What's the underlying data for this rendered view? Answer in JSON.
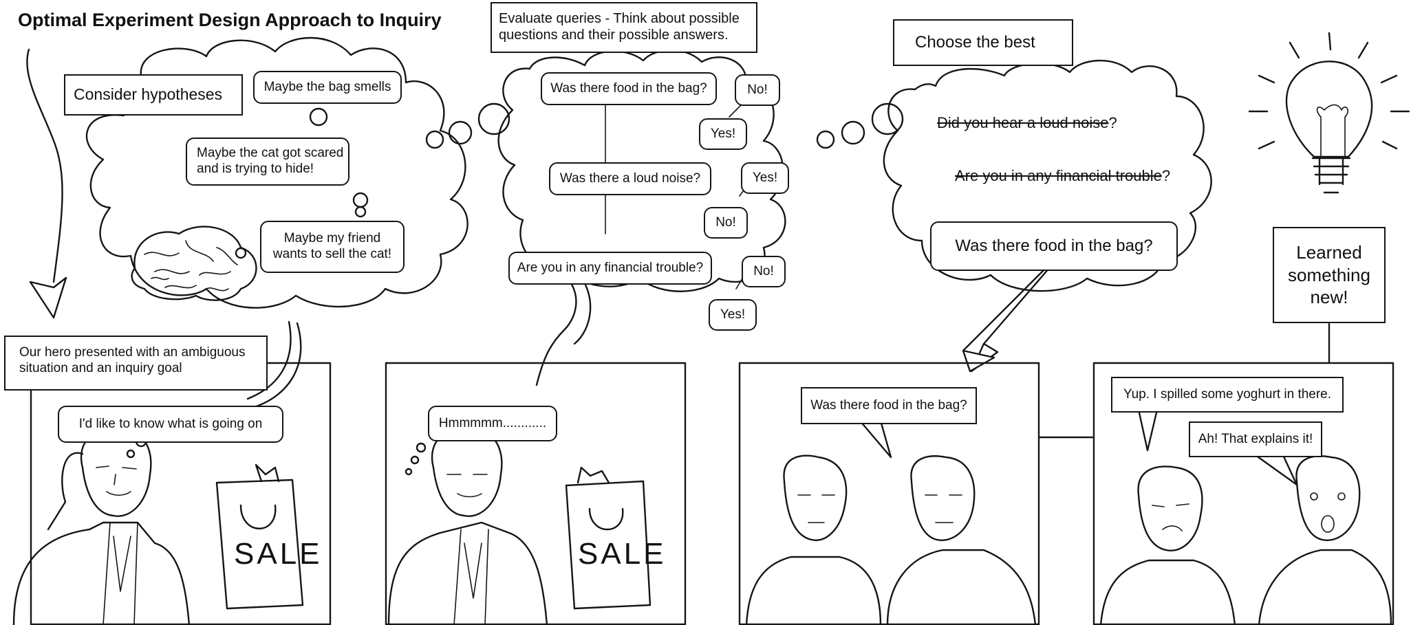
{
  "title": "Optimal Experiment Design Approach to Inquiry",
  "stage1": {
    "label": "Consider hypotheses",
    "hypotheses": [
      "Maybe the bag smells",
      "Maybe the cat got scared\nand is trying to hide!",
      "Maybe my friend\nwants to sell the cat!"
    ]
  },
  "stage2": {
    "label": "Evaluate queries - Think about possible\nquestions and their possible answers.",
    "queries": [
      {
        "question": "Was there food in the bag?",
        "answers": [
          "No!",
          "Yes!"
        ]
      },
      {
        "question": "Was there a loud noise?",
        "answers": [
          "Yes!",
          "No!"
        ]
      },
      {
        "question": "Are you in any financial trouble?",
        "answers": [
          "No!",
          "Yes!"
        ]
      }
    ]
  },
  "stage3": {
    "label": "Choose the best",
    "rejected": [
      "Did you hear a loud noise",
      "Are you in any financial trouble"
    ],
    "rejected_suffix": "?",
    "best": "Was there food in the bag?"
  },
  "stage4": {
    "label": "Learned\nsomething\nnew!"
  },
  "panels": {
    "p1_caption": "Our hero presented with an ambiguous\nsituation and an inquiry goal",
    "p1_speech": "I'd like to know what is going on",
    "p2_thought": "Hmmmmm............",
    "p3_speech": "Was there food in the bag?",
    "p4_reply": "Yup. I spilled some yoghurt in there.",
    "p4_response": "Ah! That explains it!",
    "bag_text": "SALE"
  },
  "colors": {
    "ink": "#151515",
    "paper": "#ffffff"
  }
}
